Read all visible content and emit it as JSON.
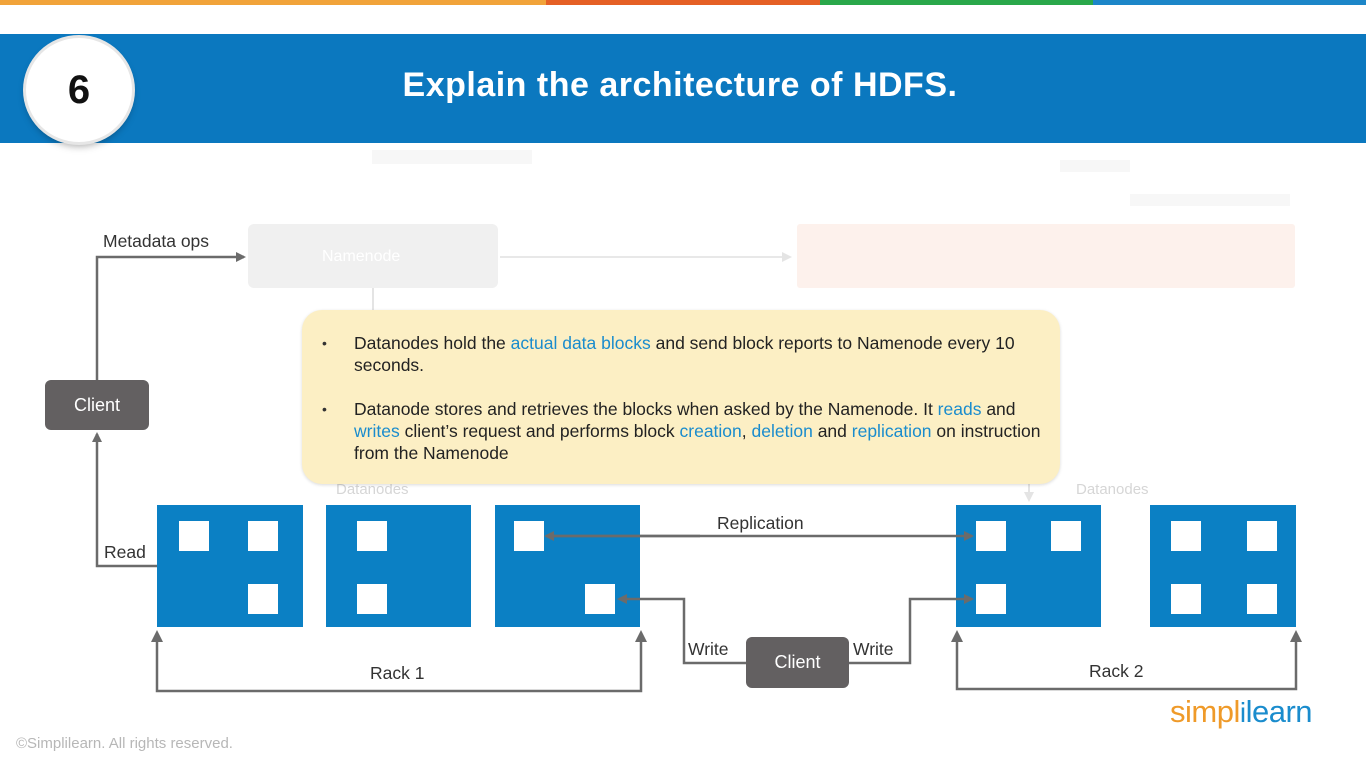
{
  "slide": {
    "number": "6",
    "title": "Explain the architecture of HDFS.",
    "stripe_colors": [
      "#f1a33a",
      "#f1a33a",
      "#e56025",
      "#2aa84a",
      "#1c86c8"
    ],
    "header_color": "#0b78bf"
  },
  "diagram": {
    "namenode_label": "Namenode",
    "metadata_ops_label": "Metadata ops",
    "datanodes_label_left": "Datanodes",
    "datanodes_label_right": "Datanodes",
    "client_top_label": "Client",
    "client_bottom_label": "Client",
    "read_label": "Read",
    "write_left_label": "Write",
    "write_right_label": "Write",
    "replication_label": "Replication",
    "rack1_label": "Rack 1",
    "rack2_label": "Rack 2",
    "datanode_color": "#0b80c4",
    "client_color": "#636061"
  },
  "callout": {
    "bullet1": {
      "part1": "Datanodes hold the ",
      "hl1": "actual data blocks",
      "part2": " and send block reports to Namenode every 10 seconds."
    },
    "bullet2": {
      "part1": "Datanode stores and retrieves the blocks when asked by the Namenode. It ",
      "hl1": "reads",
      "part2": " and ",
      "hl2": "writes",
      "part3": " client’s request and performs block ",
      "hl3": "creation",
      "part4": ", ",
      "hl4": "deletion",
      "part5": " and ",
      "hl5": "replication",
      "part6": " on instruction from the Namenode"
    },
    "background": "#fcefc4",
    "highlight_color": "#1a8ccd"
  },
  "footer": {
    "copyright": "©Simplilearn. All rights reserved.",
    "logo_simpl": "simpl",
    "logo_sep": "i",
    "logo_learn": "learn"
  }
}
